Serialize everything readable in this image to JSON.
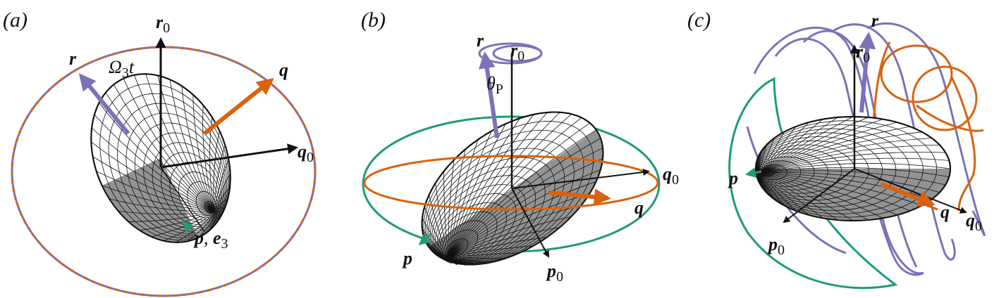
{
  "colors": {
    "orange": "#d9620f",
    "purple": "#7b72b8",
    "green": "#1f9a7a",
    "black": "#111111",
    "shade": "#808080"
  },
  "panels": [
    {
      "id": "a",
      "tag": "(a)",
      "labels": {
        "r0": "r",
        "r0_sub": "0",
        "r": "r",
        "q": "q",
        "q0": "q",
        "q0_sub": "0",
        "omega": "Ω",
        "omega_sub": "3",
        "omega_t": "t",
        "p": "p",
        "p_sep": ", ",
        "e3": "e",
        "e3_sub": "3"
      }
    },
    {
      "id": "b",
      "tag": "(b)",
      "labels": {
        "r": "r",
        "r0": "r",
        "r0_sub": "0",
        "theta": "θ",
        "theta_sub": "P",
        "q0": "q",
        "q0_sub": "0",
        "q": "q",
        "p": "p",
        "p0": "p",
        "p0_sub": "0"
      }
    },
    {
      "id": "c",
      "tag": "(c)",
      "labels": {
        "r": "r",
        "r0": "r",
        "r0_sub": "0",
        "p": "p",
        "q": "q",
        "q0": "q",
        "q0_sub": "0",
        "p0": "p",
        "p0_sub": "0"
      }
    }
  ]
}
